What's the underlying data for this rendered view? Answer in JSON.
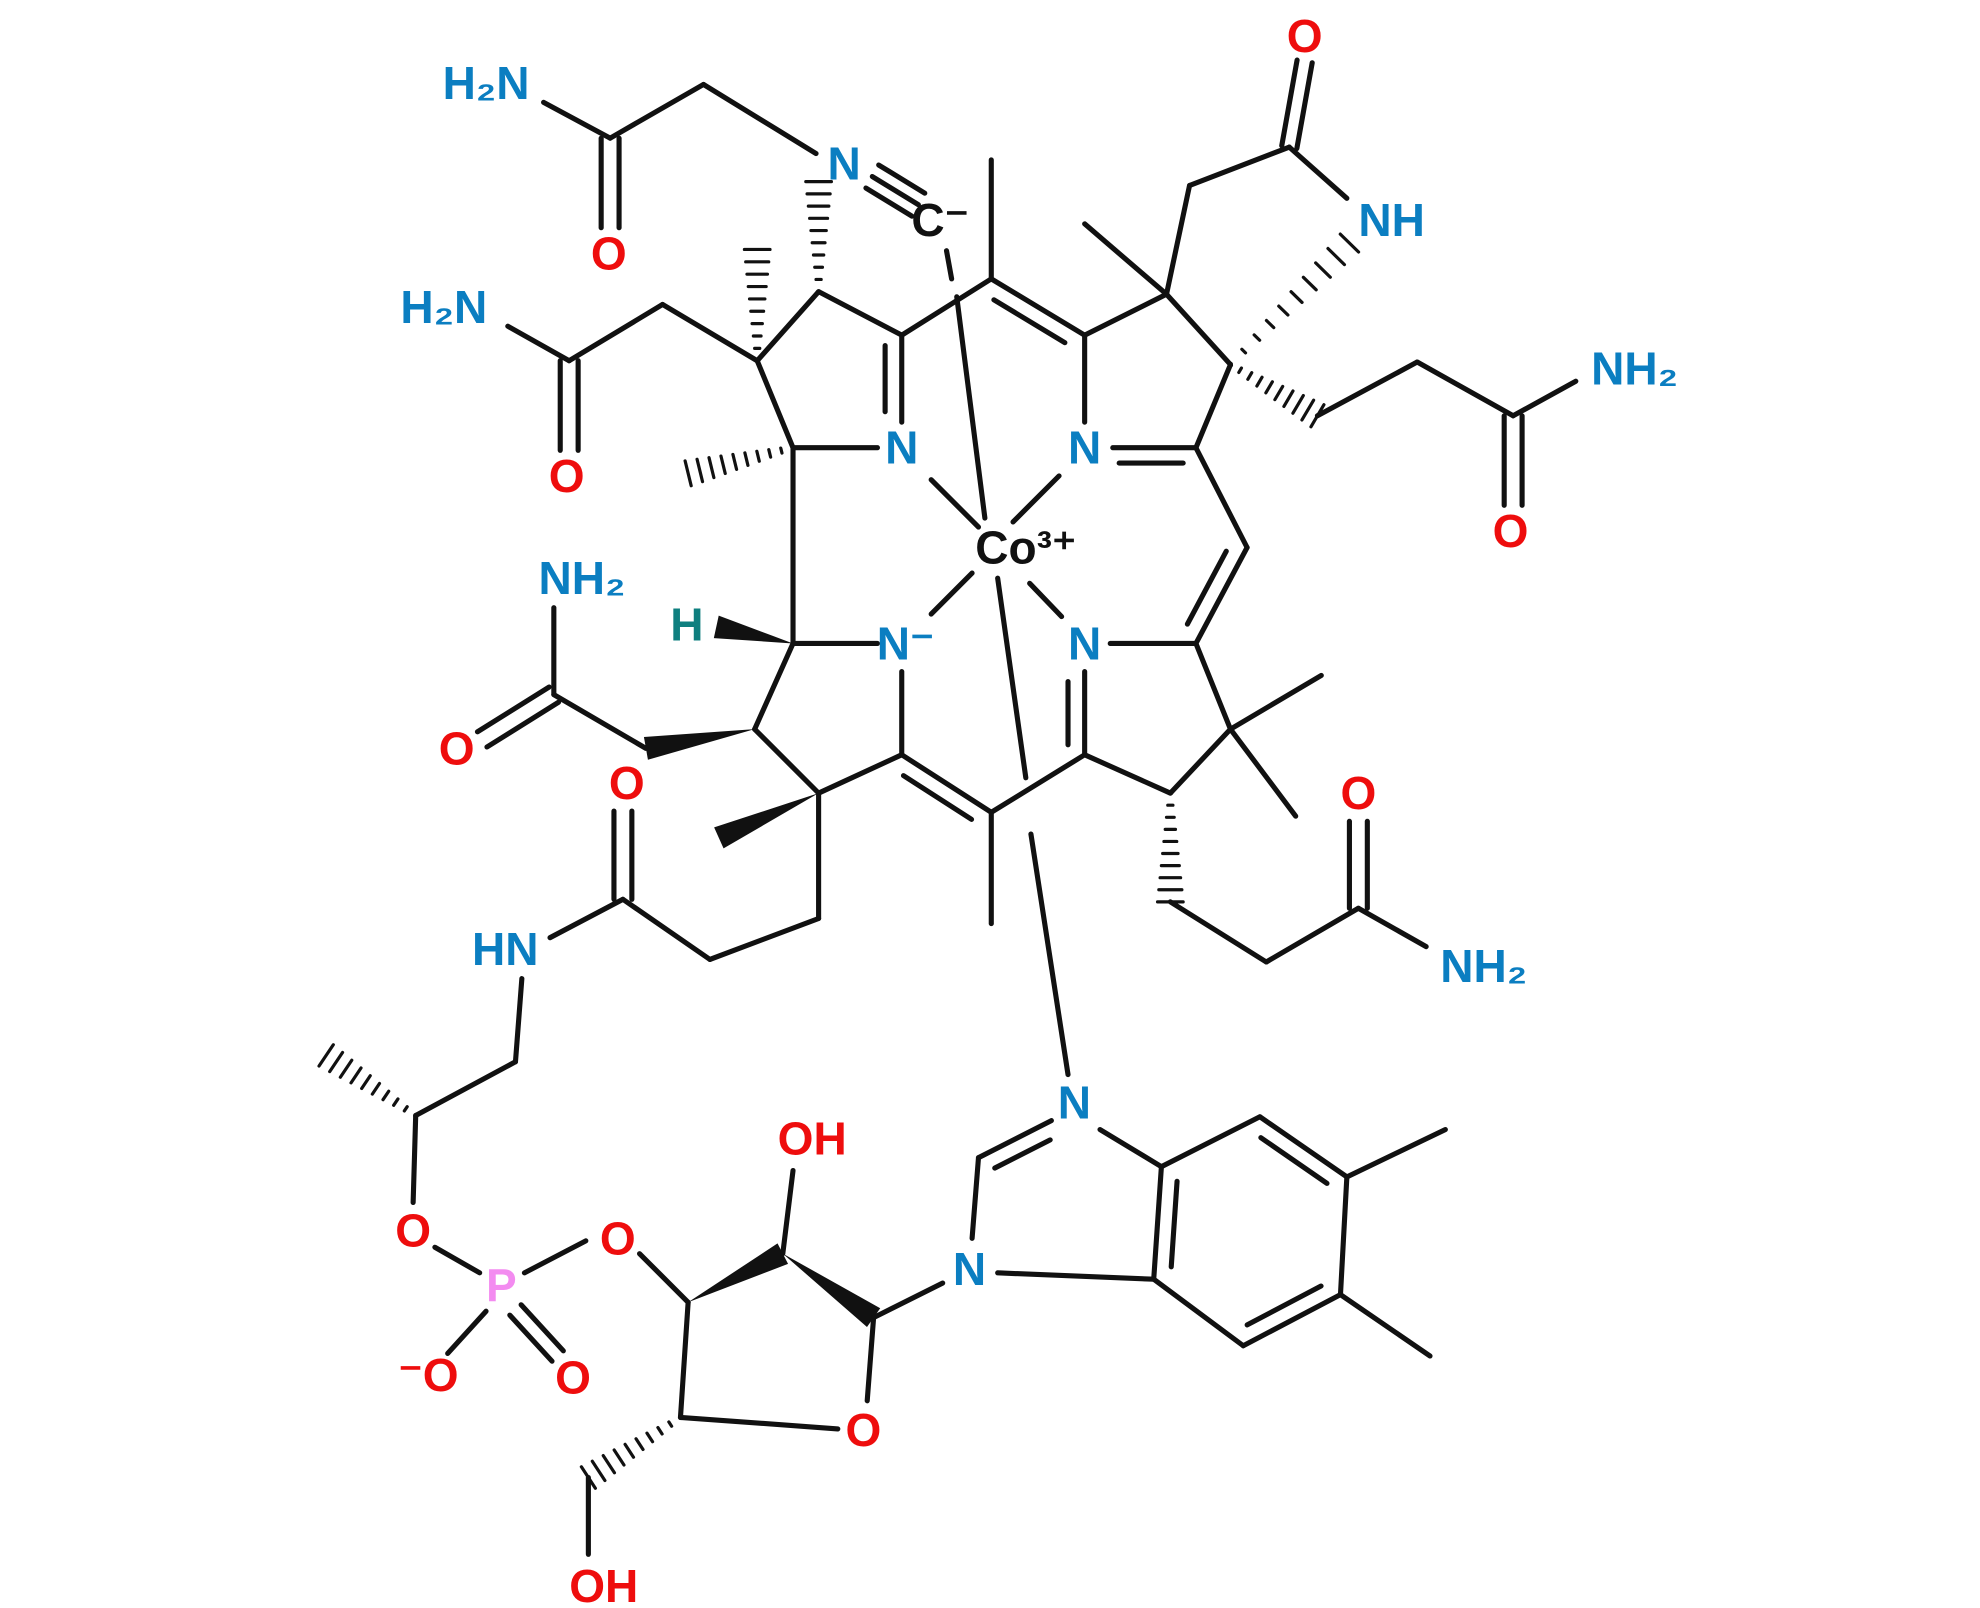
{
  "title": "Cyanocobalamin structure",
  "colors": {
    "nitrogen": "#0b7ec1",
    "oxygen": "#ee0d0d",
    "carbon": "#111111",
    "hydrogen": "#0e7f7f",
    "phosphorus": "#f38bf0",
    "bond": "#111111"
  },
  "atoms": {
    "h2n_1": "H₂N",
    "o_1": "O",
    "n_cyano": "N",
    "c_cyano": "C⁻",
    "h2n_2": "H₂N",
    "o_2": "O",
    "n_a": "N",
    "n_b": "N",
    "cobalt": "Co³⁺",
    "nh2_1": "NH₂",
    "h_1": "H",
    "n_c": "N⁻",
    "n_d": "N",
    "o_3": "O",
    "o_4": "O",
    "hn_1": "HN",
    "o_5": "O",
    "nh_1": "NH",
    "nh2_2": "NH₂",
    "o_6": "O",
    "o_7": "O",
    "nh2_3": "NH₂",
    "n_bzim_1": "N",
    "oh_1": "OH",
    "o_8": "O",
    "o_9": "O",
    "p_1": "P",
    "o_neg": "⁻O",
    "o_10": "O",
    "n_bzim_2": "N",
    "o_ring": "O",
    "oh_2": "OH"
  }
}
